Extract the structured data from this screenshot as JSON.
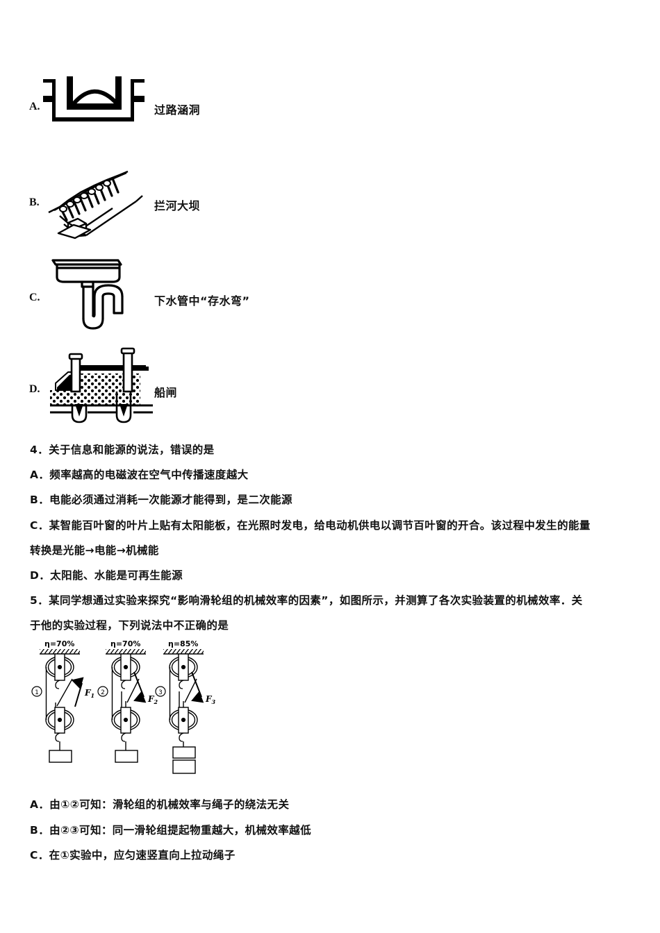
{
  "document": {
    "type": "physics-exam-paper",
    "language": "zh-CN"
  },
  "question_3_options": [
    {
      "letter": "A.",
      "caption": "过路涵洞",
      "figure": "culvert-figure"
    },
    {
      "letter": "B.",
      "caption": "拦河大坝",
      "figure": "dam-figure"
    },
    {
      "letter": "C.",
      "caption": "下水管中“存水弯”",
      "figure": "sink-trap-figure"
    },
    {
      "letter": "D.",
      "caption": "船闸",
      "figure": "ship-lock-figure"
    }
  ],
  "question_4": {
    "stem": "4．关于信息和能源的说法，错误的是",
    "options": [
      "A．频率越高的电磁波在空气中传播速度越大",
      "B．电能必须通过消耗一次能源才能得到，是二次能源",
      "C．某智能百叶窗的叶片上贴有太阳能板，在光照时发电，给电动机供电以调节百叶窗的开合。该过程中发生的能量",
      "转换是光能→电能→机械能",
      "D．太阳能、水能是可再生能源"
    ]
  },
  "question_5": {
    "stem_line1": "5．某同学想通过实验来探究“影响滑轮组的机械效率的因素”，如图所示，并测算了各次实验装置的机械效率．关",
    "stem_line2": "于他的实验过程，下列说法中不正确的是",
    "figure": {
      "systems": [
        {
          "index_label": "①",
          "efficiency_label": "η=70%",
          "force_label": "F",
          "force_sub": "1",
          "force_direction": "up-right",
          "weights": 1
        },
        {
          "index_label": "②",
          "efficiency_label": "η=70%",
          "force_label": "F",
          "force_sub": "2",
          "force_direction": "down-right",
          "weights": 1
        },
        {
          "index_label": "③",
          "efficiency_label": "η=85%",
          "force_label": "F",
          "force_sub": "3",
          "force_direction": "down-right",
          "weights": 2
        }
      ]
    },
    "options": [
      "A．由①②可知：滑轮组的机械效率与绳子的绕法无关",
      "B．由②③可知：同一滑轮组提起物重越大，机械效率越低",
      "C．在①实验中，应匀速竖直向上拉动绳子"
    ]
  },
  "colors": {
    "ink": "#000000",
    "text": "#111111",
    "paper": "#ffffff"
  }
}
